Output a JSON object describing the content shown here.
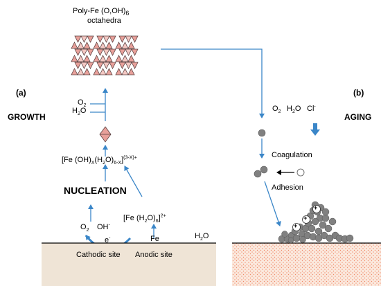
{
  "labels": {
    "poly_line1": "Poly-Fe (O,OH)",
    "poly_sub": "6",
    "poly_line2": "octahedra",
    "panel_a": "(a)",
    "panel_b": "(b)",
    "growth": "GROWTH",
    "aging": "AGING",
    "o2_left": "O",
    "o2_left_sub": "2",
    "h2o_left": "H",
    "h2o_left_sub": "2",
    "h2o_left_tail": "O",
    "complex_a": "[Fe (OH)",
    "complex_x": "X",
    "complex_b": "(H",
    "complex_2": "2",
    "complex_c": "O)",
    "complex_6x": "6-X",
    "complex_d": "]",
    "complex_charge": "(3-X)+",
    "nucleation": "NUCLEATION",
    "hexaaqua_a": "[Fe (H",
    "hexaaqua_2": "2",
    "hexaaqua_b": "O)",
    "hexaaqua_6": "6",
    "hexaaqua_c": "]",
    "hexaaqua_charge": "2+",
    "o2_cat": "O",
    "o2_cat_sub": "2",
    "oh_cat": "OH",
    "oh_cat_sup": "-",
    "electron": "e",
    "electron_sup": "-",
    "fe": "Fe",
    "h2o_surface": "H",
    "h2o_surface_sub": "2",
    "h2o_surface_tail": "O",
    "cathodic": "Cathodic site",
    "anodic": "Anodic site",
    "o2_right": "O",
    "o2_right_sub": "2",
    "h2o_right": "H",
    "h2o_right_sub": "2",
    "h2o_right_tail": "O",
    "cl_right": "Cl",
    "cl_right_sup": "-",
    "coagulation": "Coagulation",
    "adhesion": "Adhesion",
    "plus": "+"
  },
  "colors": {
    "arrow_blue": "#3a86c8",
    "octahedra_fill": "#e8a09a",
    "octahedra_stroke": "#5a4040",
    "substrate_fill": "#efe4d6",
    "substrate_dots": "#f08a6a",
    "particle_gray": "#808080"
  }
}
